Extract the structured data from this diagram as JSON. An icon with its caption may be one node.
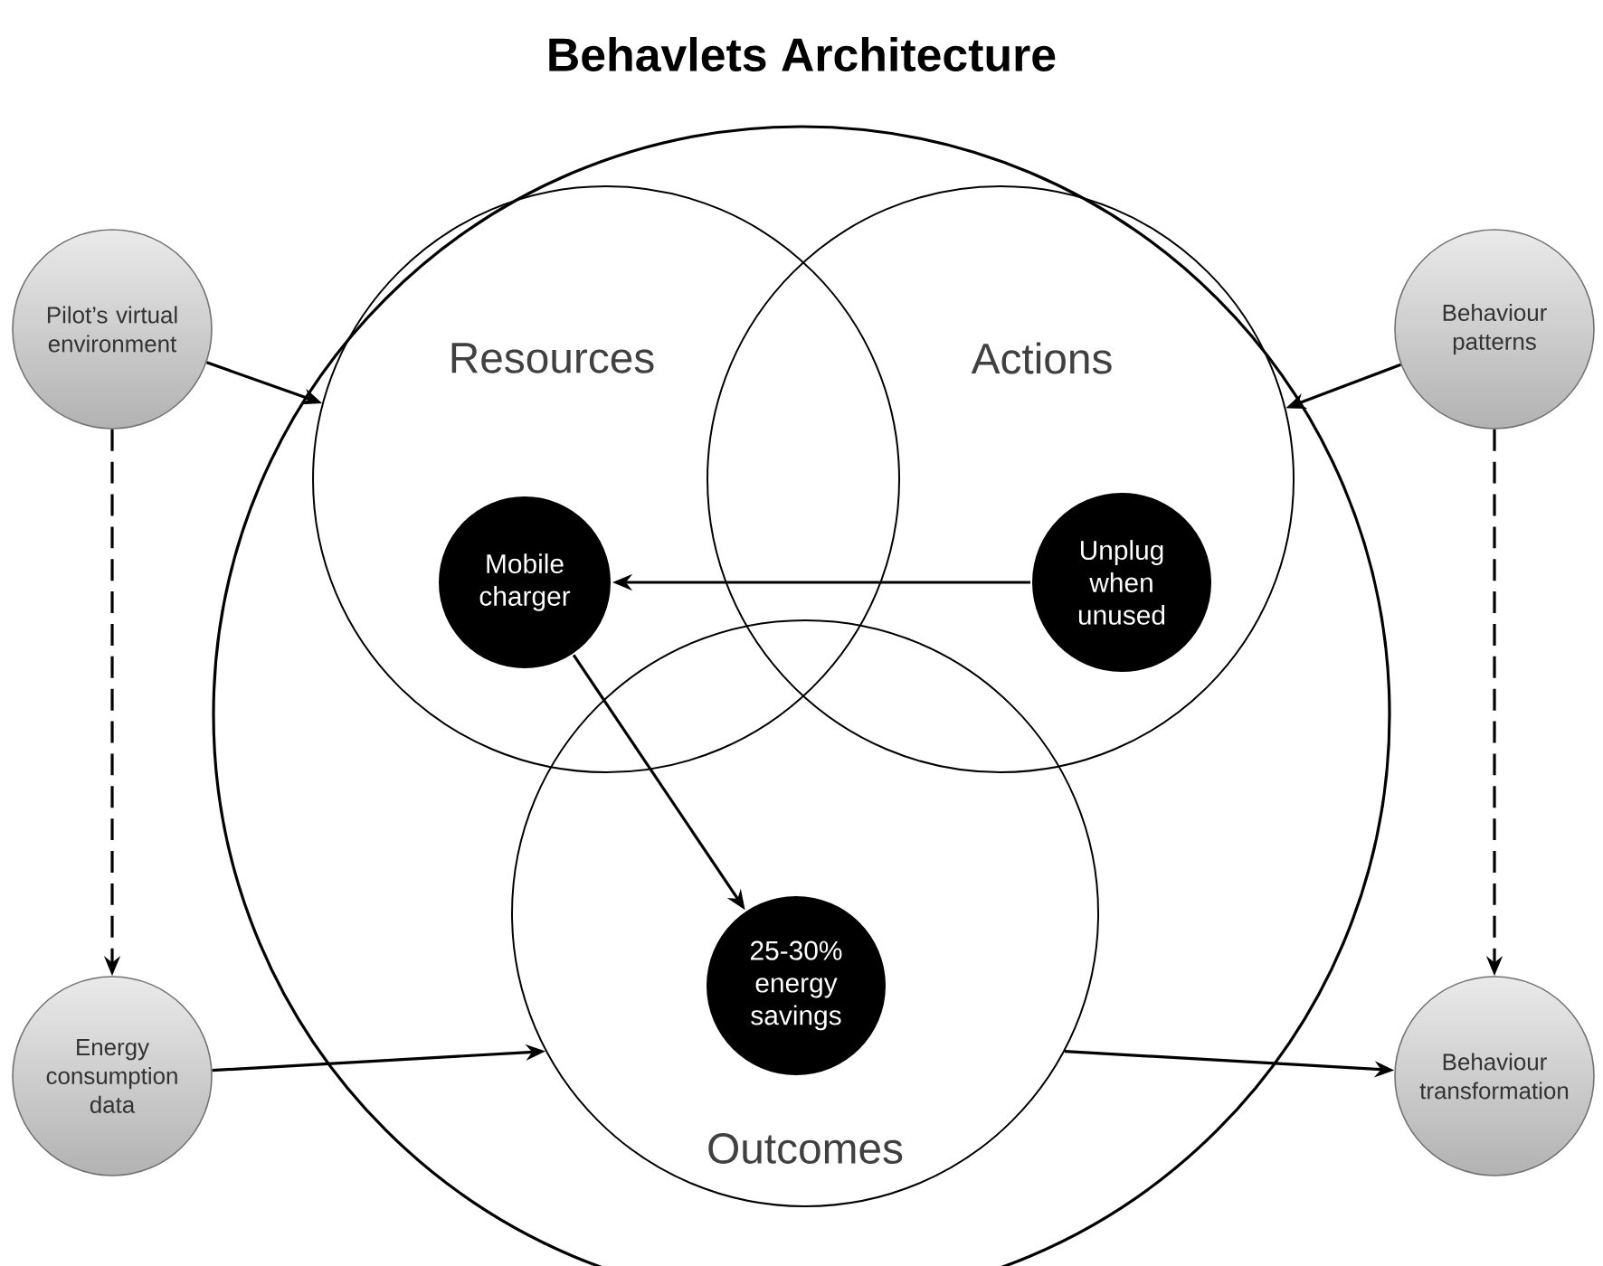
{
  "diagram": {
    "title": "Behavlets Architecture",
    "nodes": [
      {
        "text": [],
        "shape": "circle"
      },
      {
        "text": [
          "Pilot’s virtual environment"
        ]
      },
      {
        "text": [
          "Behaviour patterns"
        ]
      },
      {
        "text": [
          "Resources"
        ],
        "in": 0
      },
      {
        "text": [
          "Actions"
        ],
        "in": 0
      },
      {
        "text": [
          "Mobile charger"
        ],
        "in": 3
      },
      {
        "text": [
          "Unplug when unused"
        ],
        "in": 4
      },
      {
        "text": [
          "Outcomes"
        ],
        "in": 0
      },
      {
        "text": [
          "25-30% energy savings"
        ],
        "in": 7
      },
      {
        "text": [
          "Energy consumption data"
        ]
      },
      {
        "text": [
          "Behaviour transformation"
        ]
      }
    ],
    "edges": [
      {
        "from": 1,
        "to": 3,
        "arrow": "to"
      },
      {
        "from": 2,
        "to": 4,
        "arrow": "to"
      },
      {
        "from": 1,
        "to": 9,
        "arrow": "to",
        "style": "dashed"
      },
      {
        "from": 2,
        "to": 10,
        "arrow": "to",
        "style": "dashed"
      },
      {
        "from": 6,
        "to": 5,
        "arrow": "to"
      },
      {
        "from": 5,
        "to": 8,
        "arrow": "to"
      },
      {
        "from": 9,
        "to": 7,
        "arrow": "to"
      },
      {
        "from": 7,
        "to": 10,
        "arrow": "to"
      }
    ]
  }
}
